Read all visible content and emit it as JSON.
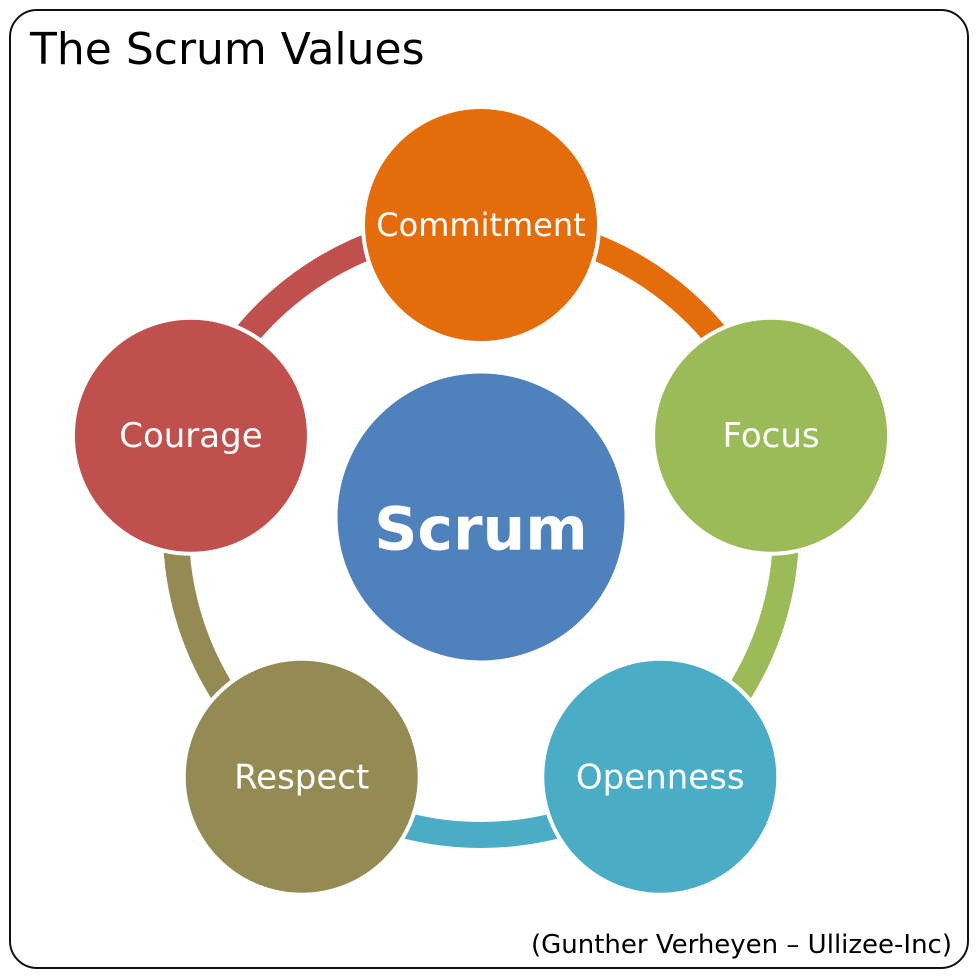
{
  "title": "The Scrum Values",
  "credit": "(Gunther Verheyen – Ullizee-Inc)",
  "center": {
    "label": "Scrum",
    "color": "#4f81bd"
  },
  "values": [
    {
      "label": "Commitment",
      "color": "#e46c0a"
    },
    {
      "label": "Focus",
      "color": "#9bbb59"
    },
    {
      "label": "Openness",
      "color": "#4bacc6"
    },
    {
      "label": "Respect",
      "color": "#948a54"
    },
    {
      "label": "Courage",
      "color": "#c0504d"
    }
  ]
}
